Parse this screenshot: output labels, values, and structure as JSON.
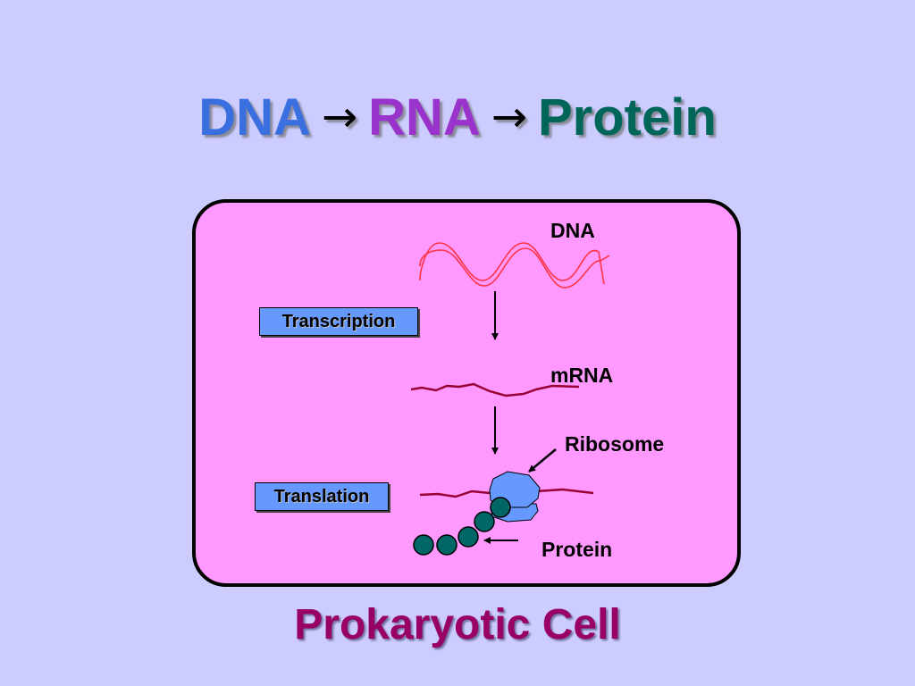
{
  "title": {
    "part1": "DNA",
    "arrow1": "→",
    "part2": "RNA",
    "arrow2": "→",
    "part3": "Protein"
  },
  "colors": {
    "background": "#ccccff",
    "dna_title": "#3a6fe0",
    "rna_title": "#9933cc",
    "protein_title": "#006659",
    "cell_fill": "#ff99ff",
    "dna_strand": "#ff3344",
    "mrna": "#990033",
    "ribosome": "#6699ff",
    "protein_bead": "#006666",
    "step_box": "#6699ff",
    "footer": "#990066"
  },
  "diagram": {
    "dna_label": "DNA",
    "mrna_label": "mRNA",
    "ribosome_label": "Ribosome",
    "protein_label": "Protein",
    "transcription": "Transcription",
    "translation": "Translation"
  },
  "footer": "Prokaryotic Cell"
}
